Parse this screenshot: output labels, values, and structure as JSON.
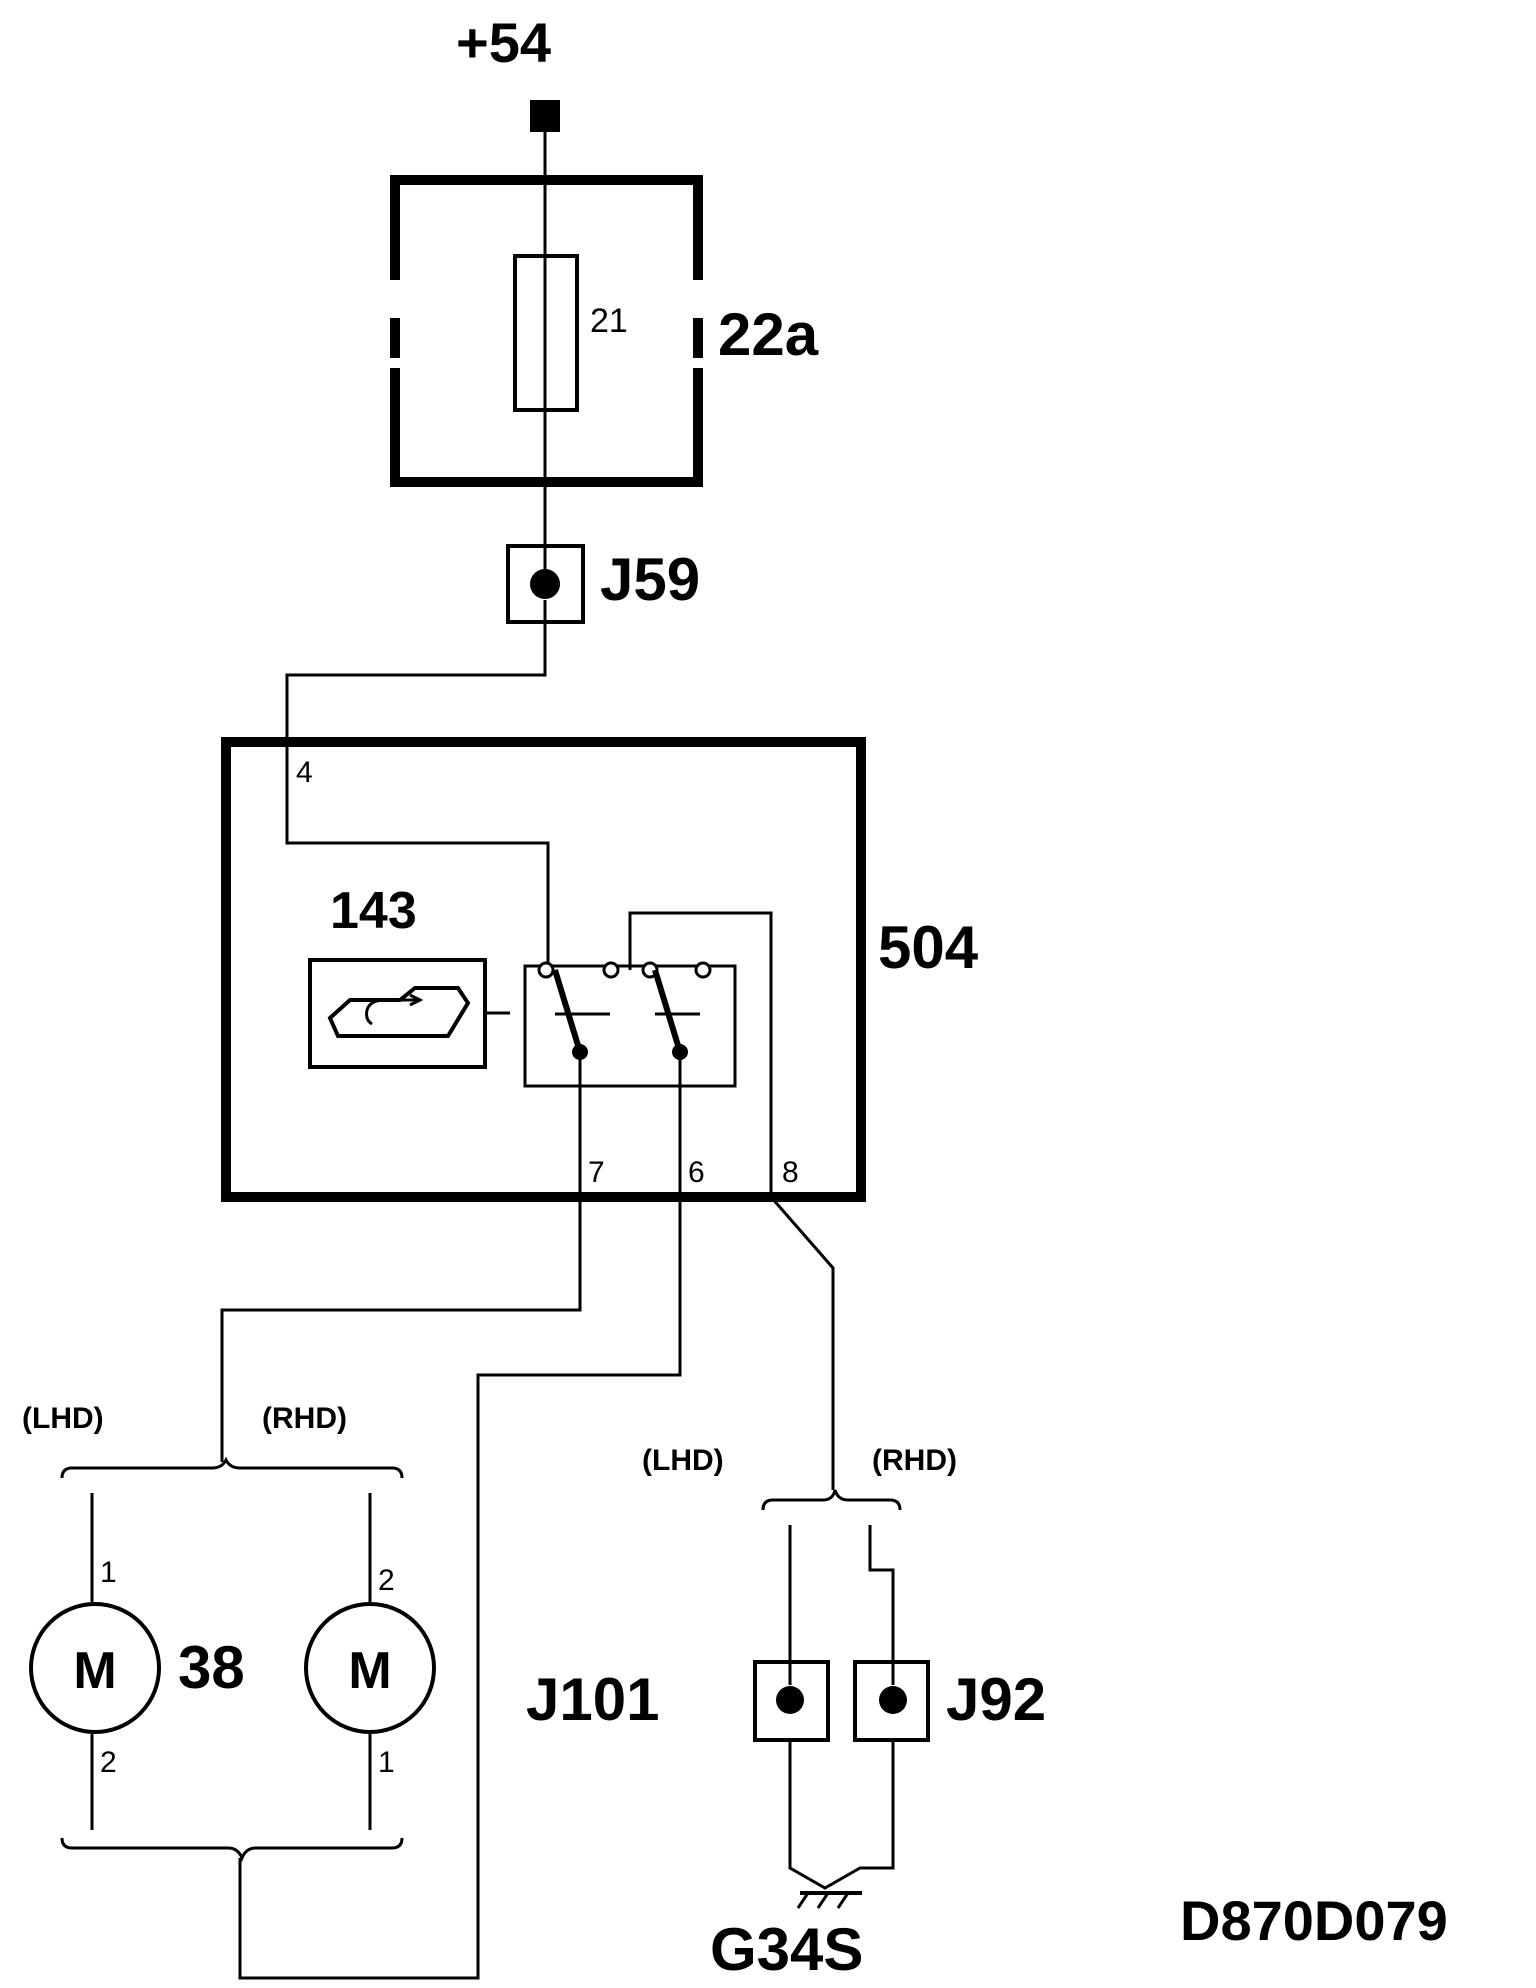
{
  "labels": {
    "supply": "+54",
    "fuse_box": "22a",
    "fuse_no": "21",
    "connector_top": "J59",
    "module": "504",
    "switch": "143",
    "pin_4": "4",
    "pin_7": "7",
    "pin_6": "6",
    "pin_8": "8",
    "lhd_left": "(LHD)",
    "rhd_left": "(RHD)",
    "motor_left": "M",
    "motor_right": "M",
    "motor_id": "38",
    "motor_left_pin_top": "1",
    "motor_left_pin_bottom": "2",
    "motor_right_pin_top": "2",
    "motor_right_pin_bottom": "1",
    "lhd_right": "(LHD)",
    "rhd_right": "(RHD)",
    "connector_j101": "J101",
    "connector_j92": "J92",
    "ground": "G34S",
    "ref_code": "D870D079"
  }
}
